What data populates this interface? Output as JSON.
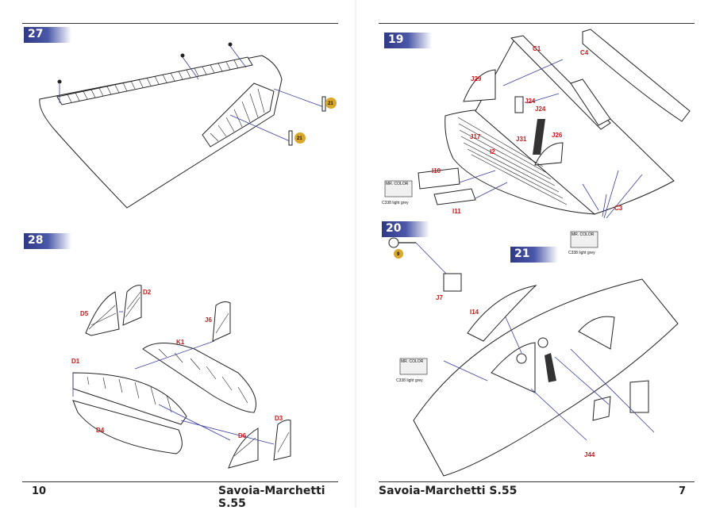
{
  "left_page": {
    "page_number": "10",
    "title": "Savoia-Marchetti S.55",
    "steps": [
      {
        "number": "27",
        "labels": [
          "21",
          "21"
        ]
      },
      {
        "number": "28",
        "labels": [
          "D2",
          "D5",
          "J6",
          "K1",
          "D1",
          "D4",
          "D3",
          "D6"
        ]
      }
    ]
  },
  "right_page": {
    "page_number": "7",
    "title": "Savoia-Marchetti S.55",
    "steps": [
      {
        "number": "19",
        "labels": [
          "C1",
          "C4",
          "J29",
          "J24",
          "J24",
          "J31",
          "J17",
          "I2",
          "J26",
          "I10",
          "I11",
          "C3"
        ]
      },
      {
        "number": "20",
        "labels": [
          "9",
          "J7"
        ]
      },
      {
        "number": "21",
        "labels": [
          "I14",
          "J44"
        ]
      }
    ],
    "color_boxes": [
      {
        "title": "MR. COLOR",
        "code": "C338 light grey"
      },
      {
        "title": "MR. COLOR",
        "code": "C338 light grey"
      },
      {
        "title": "MR. COLOR",
        "code": "C338 light grey"
      }
    ]
  }
}
